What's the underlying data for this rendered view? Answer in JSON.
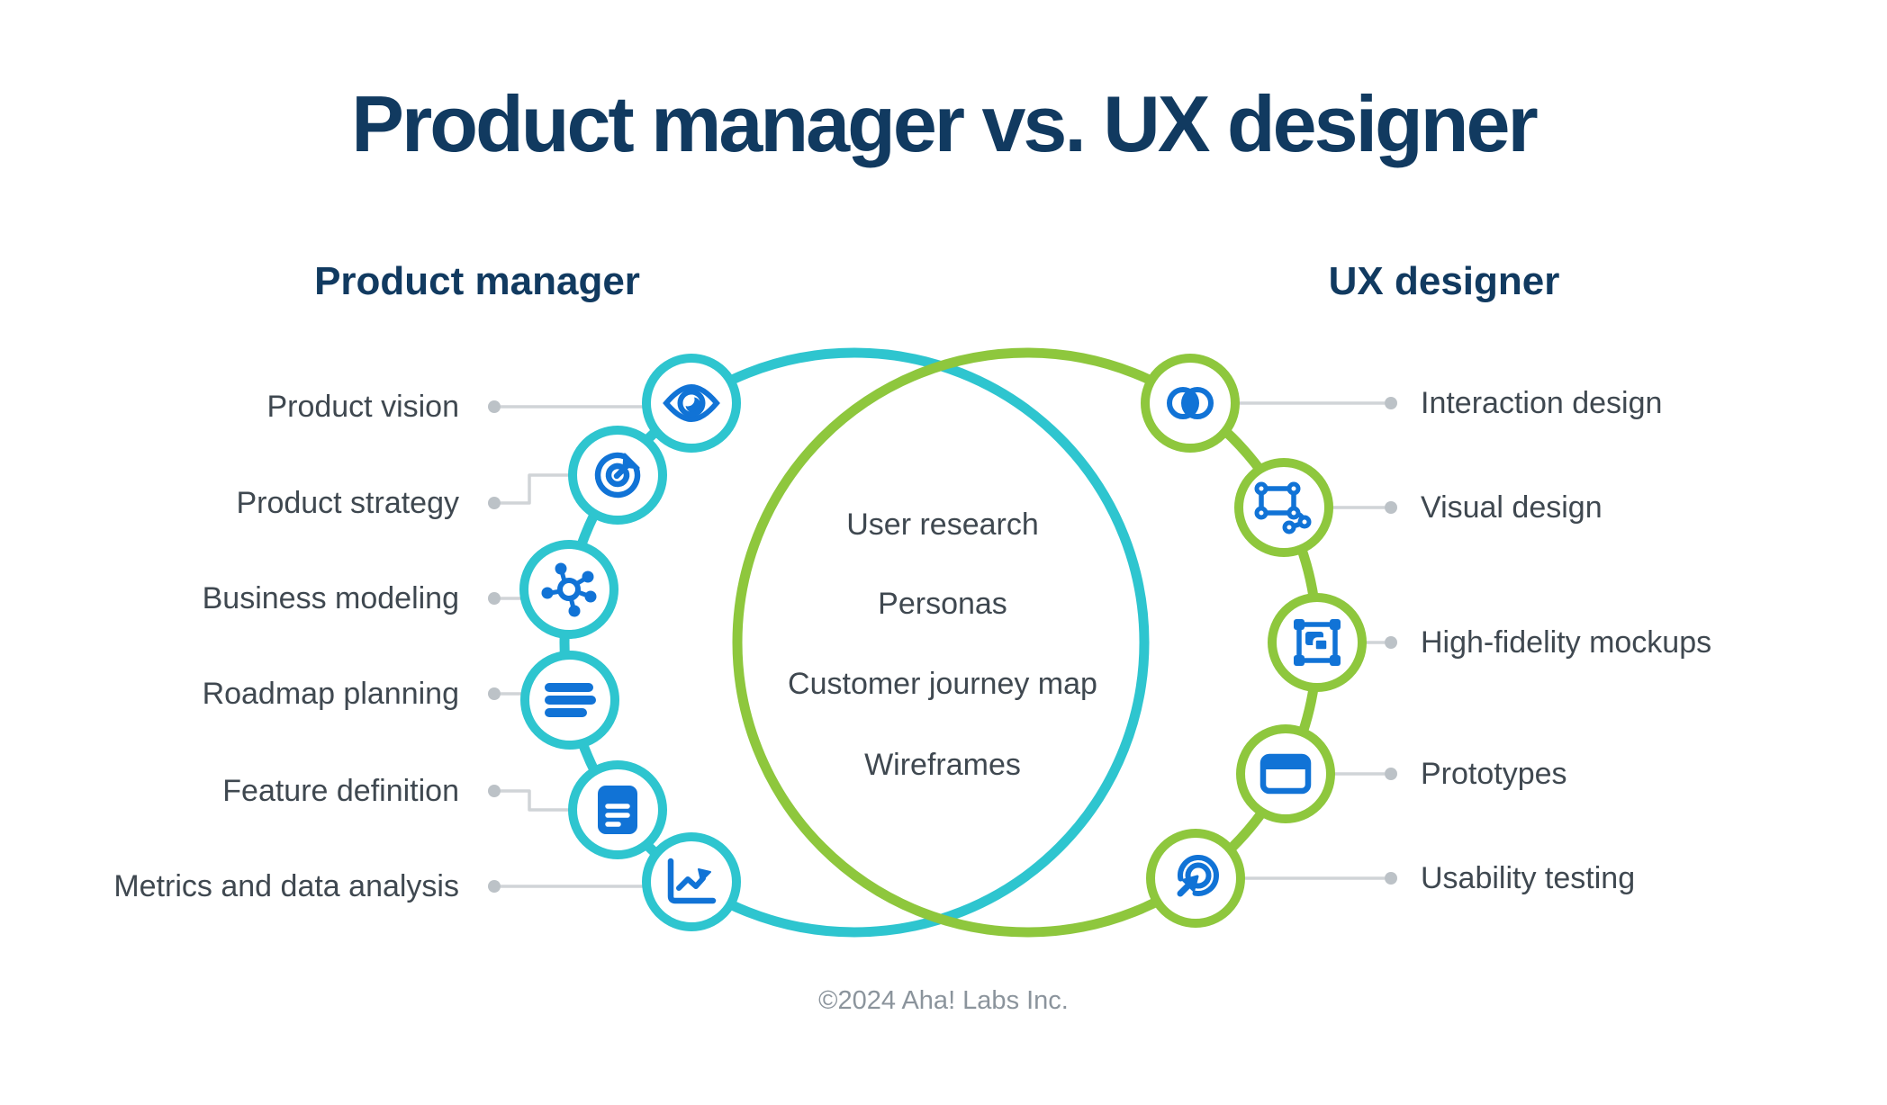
{
  "title": "Product manager vs. UX designer",
  "product_manager": {
    "heading": "Product manager",
    "items": [
      {
        "label": "Product vision",
        "icon": "eye-icon"
      },
      {
        "label": "Product strategy",
        "icon": "target-dart-icon"
      },
      {
        "label": "Business modeling",
        "icon": "network-nodes-icon"
      },
      {
        "label": "Roadmap planning",
        "icon": "roadmap-bars-icon"
      },
      {
        "label": "Feature definition",
        "icon": "document-icon"
      },
      {
        "label": "Metrics and data analysis",
        "icon": "line-chart-icon"
      }
    ]
  },
  "ux_designer": {
    "heading": "UX designer",
    "items": [
      {
        "label": "Interaction design",
        "icon": "overlapping-circles-icon"
      },
      {
        "label": "Visual design",
        "icon": "vector-shape-icon"
      },
      {
        "label": "High-fidelity mockups",
        "icon": "artboard-frame-icon"
      },
      {
        "label": "Prototypes",
        "icon": "browser-window-icon"
      },
      {
        "label": "Usability testing",
        "icon": "click-cursor-icon"
      }
    ]
  },
  "shared": {
    "items": [
      "User research",
      "Personas",
      "Customer journey map",
      "Wireframes"
    ]
  },
  "footer": "©2024 Aha! Labs Inc.",
  "colors": {
    "navy": "#113a60",
    "teal": "#2ec5cf",
    "green": "#8ec73d",
    "icon_blue": "#1173d6",
    "label_gray": "#3f4850",
    "connector_line": "#d0d4d7",
    "connector_dot": "#bcc2c7",
    "footer_gray": "#8b949c"
  }
}
